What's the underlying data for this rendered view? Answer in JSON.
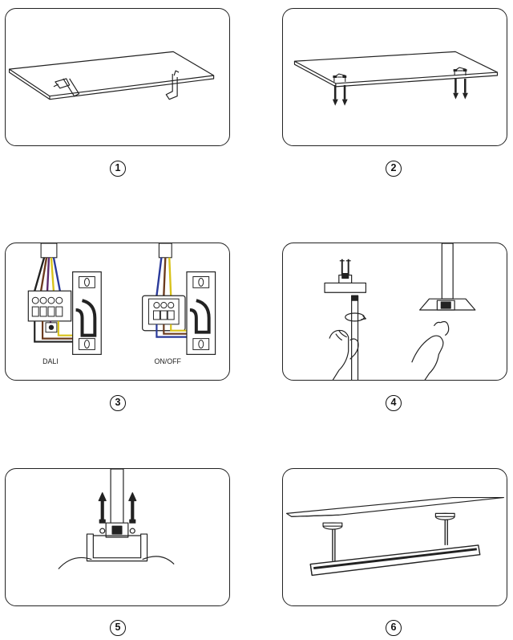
{
  "steps": [
    {
      "number": "1"
    },
    {
      "number": "2"
    },
    {
      "number": "3",
      "wiring_labels": [
        "DALI",
        "ON/OFF"
      ]
    },
    {
      "number": "4"
    },
    {
      "number": "5"
    },
    {
      "number": "6"
    }
  ],
  "colors": {
    "line": "#222222",
    "wire_brown": "#6b3b1e",
    "wire_blue": "#2a3a9a",
    "wire_yellow": "#d8c21a",
    "wire_purple": "#5b2a6a"
  }
}
